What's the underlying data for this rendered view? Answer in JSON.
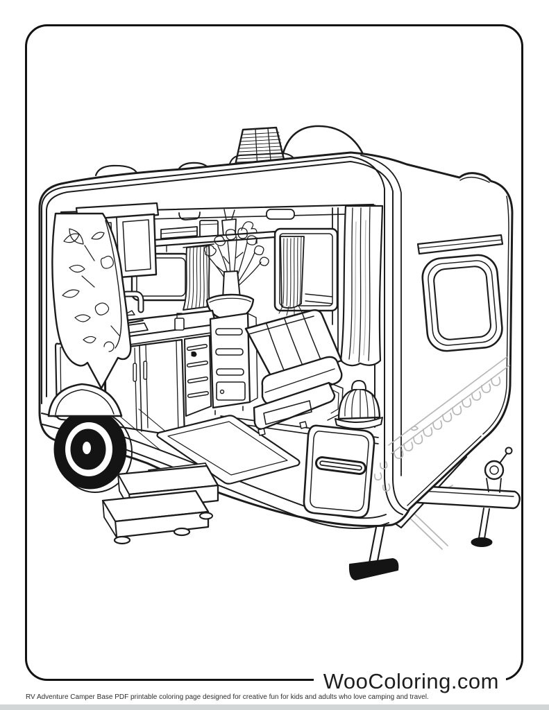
{
  "page": {
    "background": "#ffffff",
    "footer_strip_color": "#d2d6d7"
  },
  "frame": {
    "border_color": "#121212"
  },
  "branding": {
    "site_name": "WooColoring.com",
    "color": "#1d1d1d"
  },
  "caption": {
    "text": "RV Adventure Camper Base PDF printable coloring page designed for creative fun for kids and adults who love camping and travel.",
    "color": "#2e2e2e"
  },
  "artwork": {
    "alt": "Black and white line-art coloring page of a vintage RV camper trailer with an open cutaway side showing the kitchen interior, bench seat, curtains, lantern, entry steps, wheel and tow hitch",
    "ink_color": "#1c1c1c",
    "accent_gray": "#b6b6b6",
    "elements": [
      "roof-dome",
      "roof-vent",
      "roof-bumps",
      "floral-curtain",
      "overhead-cabinets",
      "wall-shelf",
      "kitchen-window",
      "window-curtain",
      "faucet",
      "countertop",
      "cutting-board",
      "lower-cabinets",
      "drawer-stack",
      "drawer-tower",
      "flower-bowl",
      "bench-seat",
      "rear-window",
      "white-curtain",
      "lantern",
      "floor-mat",
      "entry-steps",
      "wheel",
      "fender",
      "storage-hatch",
      "front-window",
      "window-visor",
      "scallop-trim",
      "hitch-beam",
      "tongue-jack",
      "stabilizer-leg",
      "foot-pads"
    ]
  }
}
